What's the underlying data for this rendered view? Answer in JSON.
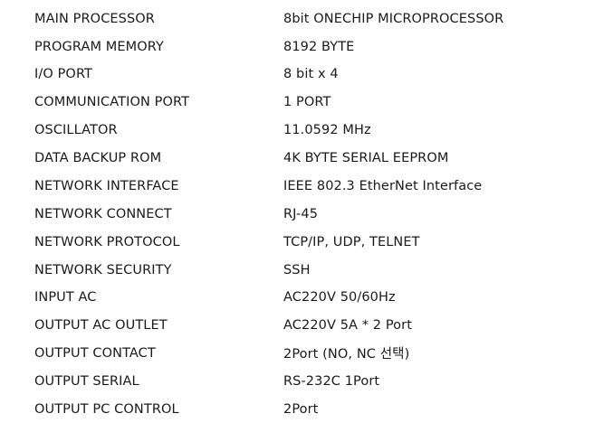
{
  "specs": [
    {
      "label": "MAIN PROCESSOR",
      "value": "8bit ONECHIP MICROPROCESSOR"
    },
    {
      "label": "PROGRAM MEMORY",
      "value": "8192 BYTE"
    },
    {
      "label": "I/O PORT",
      "value": "8 bit x 4"
    },
    {
      "label": "COMMUNICATION PORT",
      "value": "1 PORT"
    },
    {
      "label": "OSCILLATOR",
      "value": "11.0592 MHz"
    },
    {
      "label": "DATA BACKUP ROM",
      "value": "4K BYTE SERIAL EEPROM"
    },
    {
      "label": "NETWORK INTERFACE",
      "value": "IEEE 802.3 EtherNet Interface"
    },
    {
      "label": "NETWORK CONNECT",
      "value": "RJ-45"
    },
    {
      "label": "NETWORK PROTOCOL",
      "value": "TCP/IP, UDP, TELNET"
    },
    {
      "label": "NETWORK SECURITY",
      "value": "SSH"
    },
    {
      "label": "INPUT AC",
      "value": "AC220V 50/60Hz"
    },
    {
      "label": "OUTPUT AC OUTLET",
      "value": "AC220V 5A * 2 Port"
    },
    {
      "label": "OUTPUT CONTACT",
      "value": "2Port (NO, NC 선택)"
    },
    {
      "label": "OUTPUT SERIAL",
      "value": "RS-232C 1Port"
    },
    {
      "label": "OUTPUT PC CONTROL",
      "value": "2Port"
    }
  ]
}
